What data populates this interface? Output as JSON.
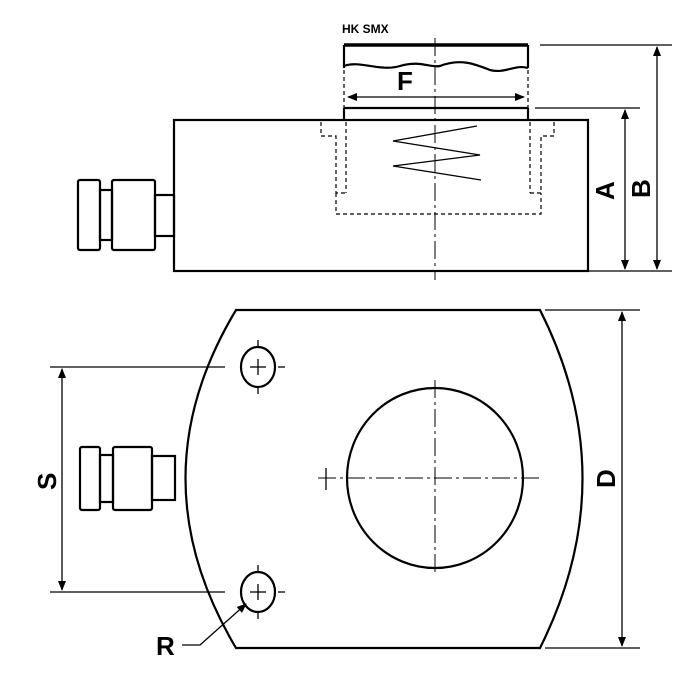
{
  "title": "HK SMX",
  "dimensions": {
    "A": "A",
    "B": "B",
    "F": "F",
    "S": "S",
    "D": "D",
    "R": "R"
  }
}
